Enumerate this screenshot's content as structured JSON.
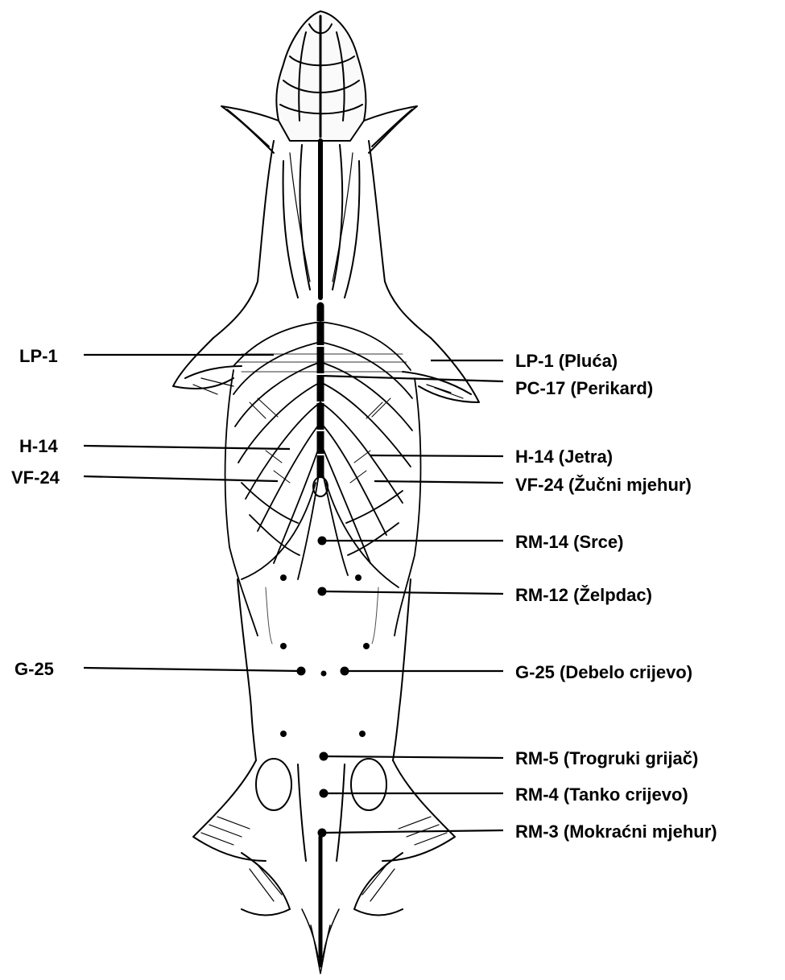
{
  "labels": {
    "left": [
      {
        "text": "LP-1"
      },
      {
        "text": "H-14"
      },
      {
        "text": "VF-24"
      },
      {
        "text": "G-25"
      }
    ],
    "right": [
      {
        "text": "LP-1 (Pluća)"
      },
      {
        "text": "PC-17 (Perikard)"
      },
      {
        "text": "H-14 (Jetra)"
      },
      {
        "text": "VF-24 (Žučni mjehur)"
      },
      {
        "text": "RM-14 (Srce)"
      },
      {
        "text": "RM-12 (Želpdac)"
      },
      {
        "text": "G-25 (Debelo crijevo)"
      },
      {
        "text": "RM-5 (Trogruki grijač)"
      },
      {
        "text": "RM-4 (Tanko crijevo)"
      },
      {
        "text": "RM-3 (Mokraćni mjehur)"
      }
    ]
  },
  "colors": {
    "ink": "#000000",
    "paper": "#ffffff"
  }
}
